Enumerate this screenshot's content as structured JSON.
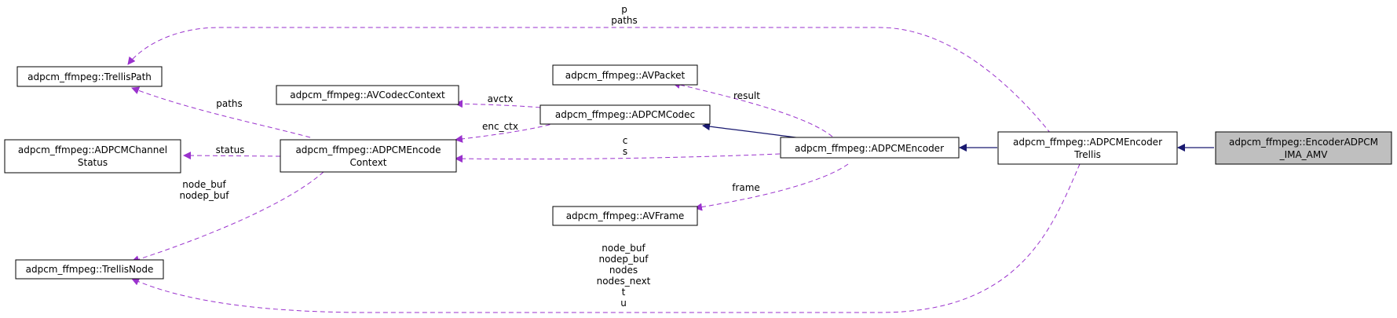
{
  "nodes": {
    "trellis_path": {
      "lines": [
        "adpcm_ffmpeg::TrellisPath"
      ]
    },
    "avcodec_context": {
      "lines": [
        "adpcm_ffmpeg::AVCodecContext"
      ]
    },
    "avpacket": {
      "lines": [
        "adpcm_ffmpeg::AVPacket"
      ]
    },
    "adpcm_codec": {
      "lines": [
        "adpcm_ffmpeg::ADPCMCodec"
      ]
    },
    "adpcm_channel_status": {
      "lines": [
        "adpcm_ffmpeg::ADPCMChannel",
        "Status"
      ]
    },
    "adpcm_encode_context": {
      "lines": [
        "adpcm_ffmpeg::ADPCMEncode",
        "Context"
      ]
    },
    "adpcm_encoder": {
      "lines": [
        "adpcm_ffmpeg::ADPCMEncoder"
      ]
    },
    "adpcm_encoder_trellis": {
      "lines": [
        "adpcm_ffmpeg::ADPCMEncoder",
        "Trellis"
      ]
    },
    "encoder_ima_amv": {
      "lines": [
        "adpcm_ffmpeg::EncoderADPCM",
        "_IMA_AMV"
      ]
    },
    "avframe": {
      "lines": [
        "adpcm_ffmpeg::AVFrame"
      ]
    },
    "trellis_node": {
      "lines": [
        "adpcm_ffmpeg::TrellisNode"
      ]
    }
  },
  "edge_labels": {
    "trellis_to_path": [
      "p",
      "paths"
    ],
    "context_to_path": [
      "paths"
    ],
    "codec_to_avctx": [
      "avctx"
    ],
    "encoder_to_avpacket": [
      "result"
    ],
    "codec_to_context": [
      "enc_ctx"
    ],
    "context_to_status": [
      "status"
    ],
    "encoder_to_context": [
      "c",
      "s"
    ],
    "context_to_node": [
      "node_buf",
      "nodep_buf"
    ],
    "encoder_to_avframe": [
      "frame"
    ],
    "trellis_to_node": [
      "node_buf",
      "nodep_buf",
      "nodes",
      "nodes_next",
      "t",
      "u"
    ]
  },
  "colors": {
    "inheritance": "#191970",
    "usage": "#9a32cd",
    "highlight_fill": "#bfbfbf",
    "node_fill": "#ffffff"
  }
}
